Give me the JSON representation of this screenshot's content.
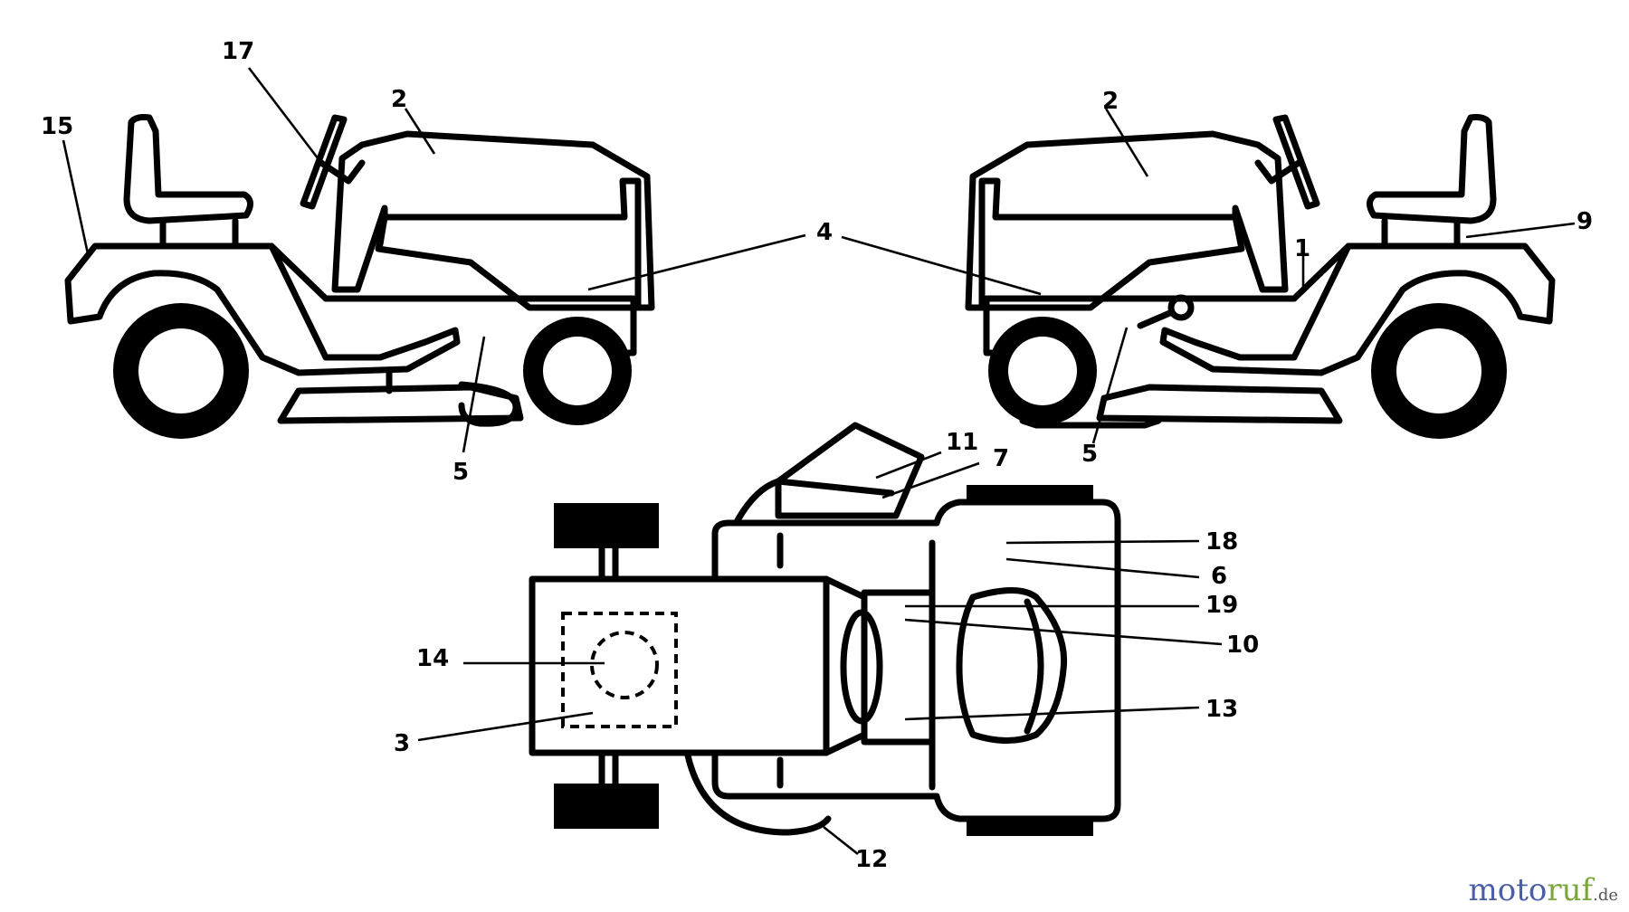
{
  "callouts": {
    "c1": "1",
    "c2_left": "2",
    "c2_right": "2",
    "c3": "3",
    "c4": "4",
    "c5_left": "5",
    "c5_right": "5",
    "c6": "6",
    "c7": "7",
    "c9": "9",
    "c10": "10",
    "c11": "11",
    "c12": "12",
    "c13": "13",
    "c14": "14",
    "c15": "15",
    "c17": "17",
    "c18": "18",
    "c19": "19"
  },
  "watermark": {
    "part1": "moto",
    "part2": "ruf",
    "suffix": ".de",
    "colors": {
      "part1": "#4a5fa8",
      "part2": "#7aa63c",
      "suffix": "#555555"
    }
  }
}
